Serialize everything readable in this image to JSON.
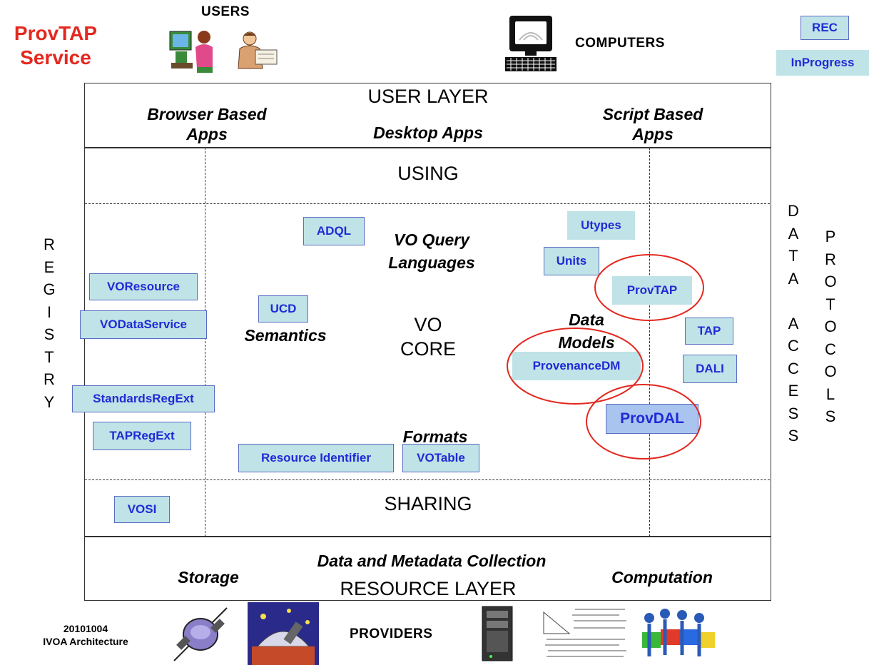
{
  "title": {
    "line1": "ProvTAP",
    "line2": "Service"
  },
  "legend": {
    "rec": "REC",
    "inprogress": "InProgress"
  },
  "top": {
    "users": "USERS",
    "computers": "COMPUTERS"
  },
  "user_layer": {
    "title": "USER LAYER",
    "browser": {
      "line1": "Browser Based",
      "line2": "Apps"
    },
    "desktop": "Desktop Apps",
    "script": {
      "line1": "Script Based",
      "line2": "Apps"
    }
  },
  "middle": {
    "using": "USING",
    "sharing": "SHARING",
    "vo_core": {
      "line1": "VO",
      "line2": "CORE"
    },
    "query_languages": {
      "line1": "VO Query",
      "line2": "Languages"
    },
    "semantics": "Semantics",
    "data_models": {
      "line1": "Data",
      "line2": "Models"
    },
    "formats": "Formats"
  },
  "boxes": {
    "voresource": "VOResource",
    "vodataservice": "VODataService",
    "standardsregext": "StandardsRegExt",
    "tapregext": "TAPRegExt",
    "vosi": "VOSI",
    "adql": "ADQL",
    "ucd": "UCD",
    "resource_identifier": "Resource Identifier",
    "votable": "VOTable",
    "utypes": "Utypes",
    "units": "Units",
    "provtap": "ProvTAP",
    "provenancedm": "ProvenanceDM",
    "provdal": "ProvDAL",
    "tap": "TAP",
    "dali": "DALI"
  },
  "registry_letters": [
    "R",
    "E",
    "G",
    "I",
    "S",
    "T",
    "R",
    "Y"
  ],
  "data_access_letters": [
    "D",
    "A",
    "T",
    "A",
    "",
    "A",
    "C",
    "C",
    "E",
    "S",
    "S"
  ],
  "protocols_letters": [
    "P",
    "R",
    "O",
    "T",
    "O",
    "C",
    "O",
    "L",
    "S"
  ],
  "resource_layer": {
    "collection": "Data and Metadata Collection",
    "storage": "Storage",
    "computation": "Computation",
    "title": "RESOURCE LAYER"
  },
  "footer": {
    "date": "20101004",
    "caption": "IVOA Architecture",
    "providers": "PROVIDERS"
  },
  "colors": {
    "title_red": "#e3281f",
    "box_fill": "#bfe3e6",
    "box_text": "#1f2bd6",
    "highlight_circle": "#e3281f",
    "provdal_fill": "#a9c4ee"
  }
}
